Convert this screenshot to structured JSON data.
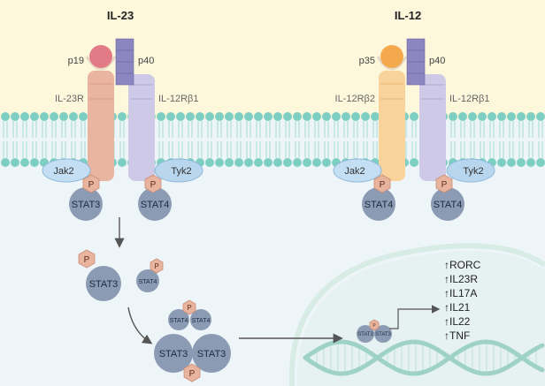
{
  "colors": {
    "extracellular": "#fdf7dc",
    "cytoplasm": "#eef5f8",
    "lipid_head": "#7ecfc3",
    "lipid_tail": "#bfe3dc",
    "il23r": "#e9b5a0",
    "il12rb1": "#cdc9e6",
    "il12rb2": "#f8d39b",
    "p19": "#e27b86",
    "p35": "#f5a94d",
    "p40": "#8c86c0",
    "jak": "#c4dff3",
    "tyk": "#b8d7ee",
    "stat": "#8c9bb4",
    "phospho": "#e9b49e",
    "nucleus": "#d8ece6",
    "dna": "#9fd2c6"
  },
  "left": {
    "cytokine": "IL-23",
    "alpha_subunit": "p19",
    "beta_subunit": "p40",
    "receptor_a": "IL-23R",
    "receptor_b": "IL-12Rβ1",
    "kinase_a": "Jak2",
    "kinase_b": "Tyk2",
    "stat_a": "STAT3",
    "stat_b": "STAT4",
    "phospho": "P"
  },
  "right": {
    "cytokine": "IL-12",
    "alpha_subunit": "p35",
    "beta_subunit": "p40",
    "receptor_a": "IL-12Rβ2",
    "receptor_b": "IL-12Rβ1",
    "kinase_a": "Jak2",
    "kinase_b": "Tyk2",
    "stat_a": "STAT4",
    "stat_b": "STAT4",
    "phospho": "P"
  },
  "pathway": {
    "phospho": "P",
    "free_stat_large": "STAT3",
    "free_stat_small": "STAT4",
    "dimer_small_a": "STAT4",
    "dimer_small_b": "STAT4",
    "dimer_large_a": "STAT3",
    "dimer_large_b": "STAT3",
    "dna_stat_a": "STAT3",
    "dna_stat_b": "STAT3"
  },
  "genes": [
    "↑RORC",
    "↑IL23R",
    "↑IL17A",
    "↑IL21",
    "↑IL22",
    "↑TNF"
  ]
}
